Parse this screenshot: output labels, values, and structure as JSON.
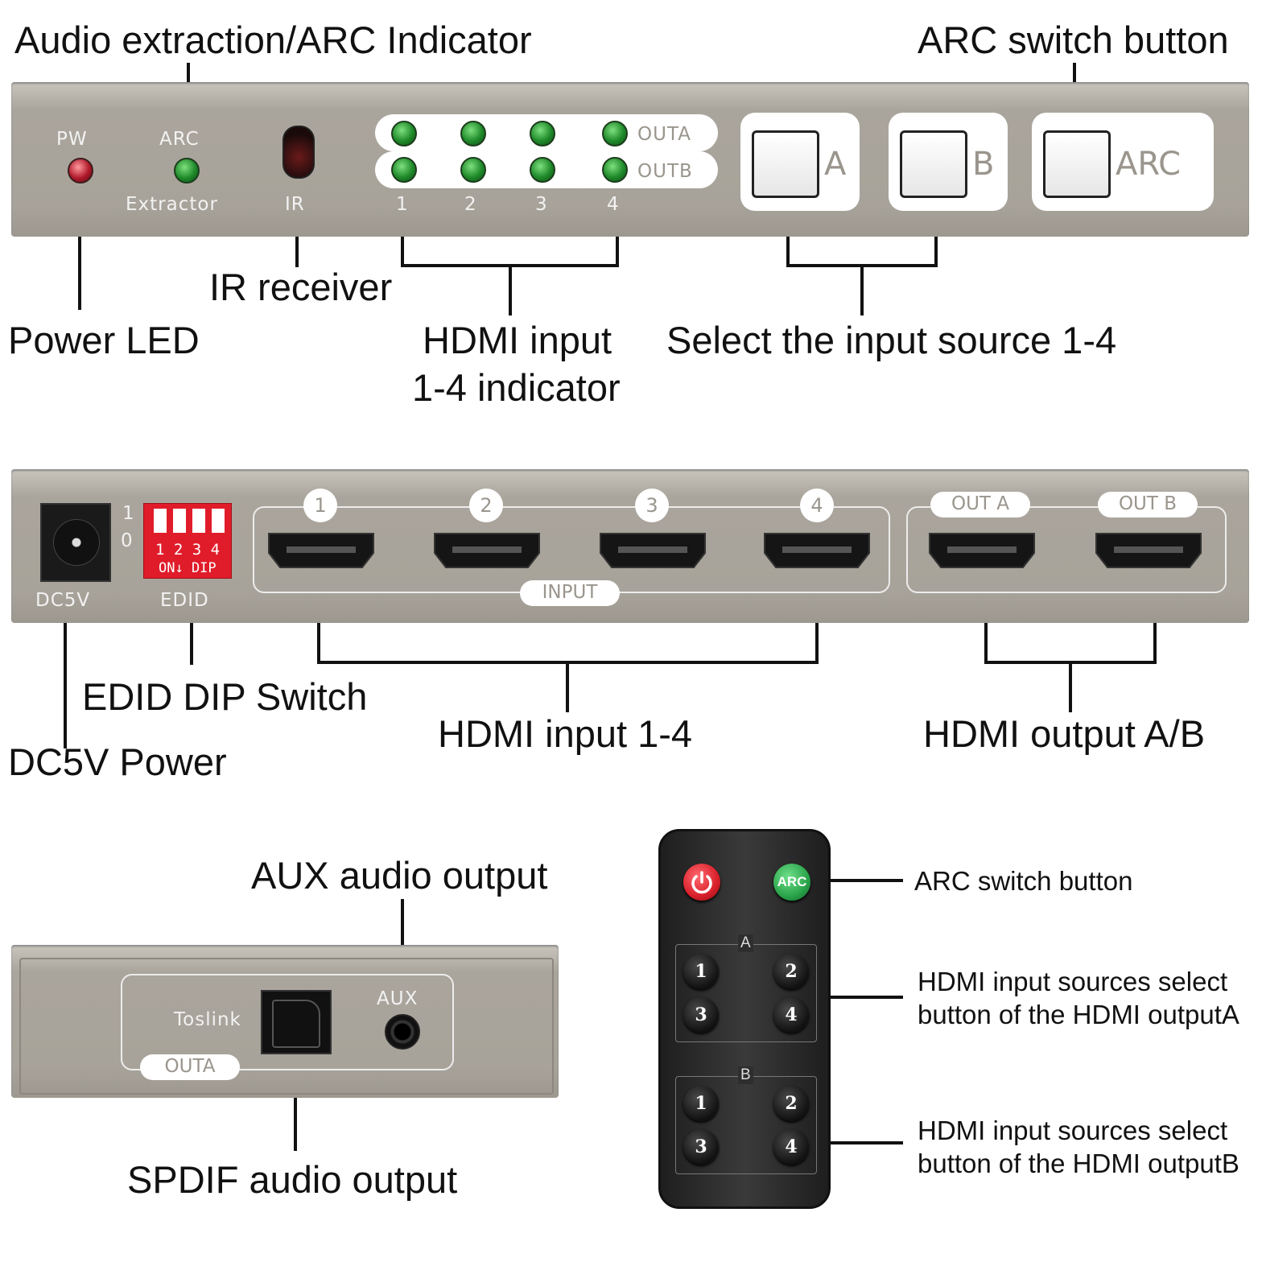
{
  "callouts": {
    "audio_extraction_arc_indicator": "Audio extraction/ARC Indicator",
    "arc_switch_button_top": "ARC switch button",
    "ir_receiver": "IR receiver",
    "power_led": "Power LED",
    "hdmi_input_indicator_line1": "HDMI input",
    "hdmi_input_indicator_line2": "1-4 indicator",
    "select_input_source": "Select the input source 1-4",
    "edid_dip_switch": "EDID DIP Switch",
    "dc5v_power": "DC5V Power",
    "hdmi_input_1_4": "HDMI input 1-4",
    "hdmi_output_ab": "HDMI output A/B",
    "aux_audio_output": "AUX audio output",
    "spdif_audio_output": "SPDIF audio output",
    "remote_arc_switch_button": "ARC switch button",
    "remote_group_a_line1": "HDMI input sources select",
    "remote_group_a_line2": "button of the HDMI outputA",
    "remote_group_b_line1": "HDMI input sources select",
    "remote_group_b_line2": "button of the HDMI outputB"
  },
  "front_panel": {
    "pw": "PW",
    "arc": "ARC",
    "extractor": "Extractor",
    "ir": "IR",
    "outa": "OUTA",
    "outb": "OUTB",
    "inputs": [
      "1",
      "2",
      "3",
      "4"
    ],
    "button_a": "A",
    "button_b": "B",
    "button_arc": "ARC"
  },
  "rear_panel": {
    "dc5v": "DC5V",
    "edid": "EDID",
    "dip_pos_1": "1",
    "dip_pos_0": "0",
    "dip_numbers": "1 2 3 4",
    "dip_on": "ON↓ DIP",
    "input_numbers": [
      "1",
      "2",
      "3",
      "4"
    ],
    "input_label": "INPUT",
    "out_a": "OUT A",
    "out_b": "OUT B"
  },
  "side_panel": {
    "toslink": "Toslink",
    "aux": "AUX",
    "outa": "OUTA"
  },
  "remote": {
    "arc": "ARC",
    "group_a": "A",
    "group_b": "B",
    "keys_a": [
      "1",
      "2",
      "3",
      "4"
    ],
    "keys_b": [
      "1",
      "2",
      "3",
      "4"
    ]
  },
  "colors": {
    "panel": "#a8a39a",
    "led_green": "#1f8a2a",
    "led_red": "#b0192a",
    "dip_red": "#e01c2a",
    "remote_power": "#d81f2a",
    "remote_arc": "#2aa44a"
  }
}
